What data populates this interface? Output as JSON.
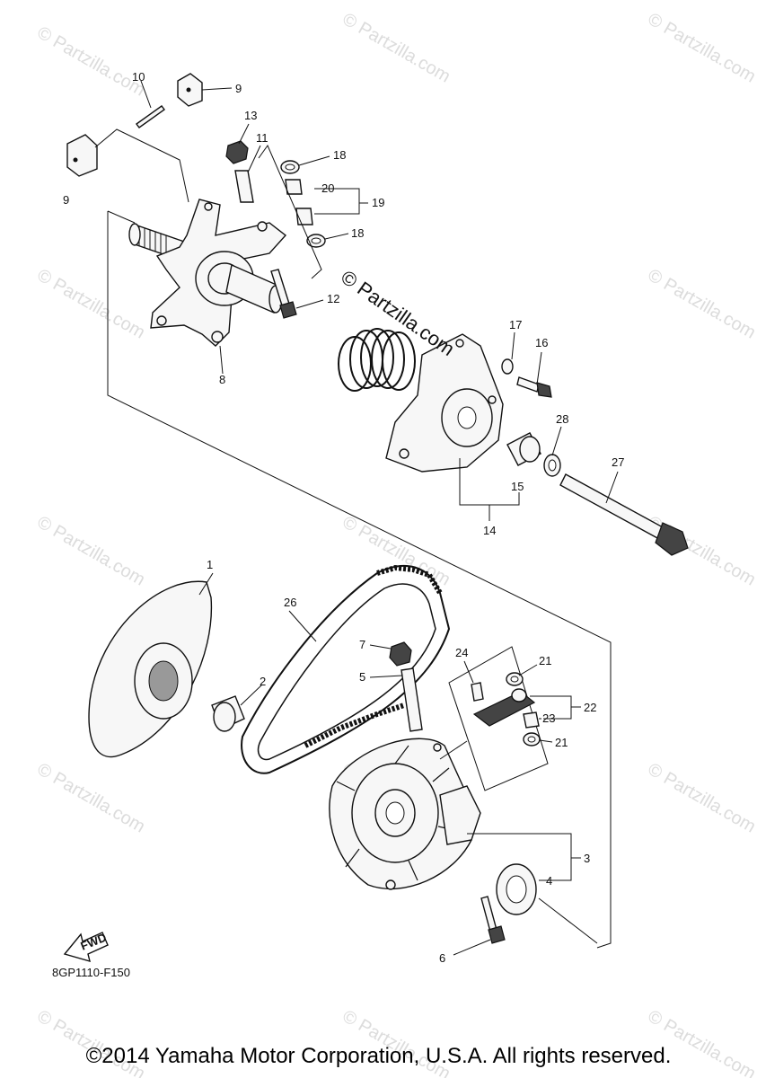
{
  "watermark": "© Partzilla.com",
  "center_watermark": "© Partzilla.com",
  "figure_code": "8GP1110-F150",
  "fwd_label": "FWD",
  "copyright": "©2014 Yamaha Motor Corporation, U.S.A. All rights reserved.",
  "callouts": {
    "c1": "1",
    "c2": "2",
    "c3": "3",
    "c4": "4",
    "c5": "5",
    "c6": "6",
    "c7": "7",
    "c8": "8",
    "c9a": "9",
    "c9b": "9",
    "c10": "10",
    "c11": "11",
    "c12": "12",
    "c13": "13",
    "c14": "14",
    "c15": "15",
    "c16": "16",
    "c17": "17",
    "c18a": "18",
    "c18b": "18",
    "c19": "19",
    "c20": "20",
    "c21a": "21",
    "c21b": "21",
    "c22": "22",
    "c23": "23",
    "c24": "24",
    "c26": "26",
    "c27": "27",
    "c28": "28"
  }
}
